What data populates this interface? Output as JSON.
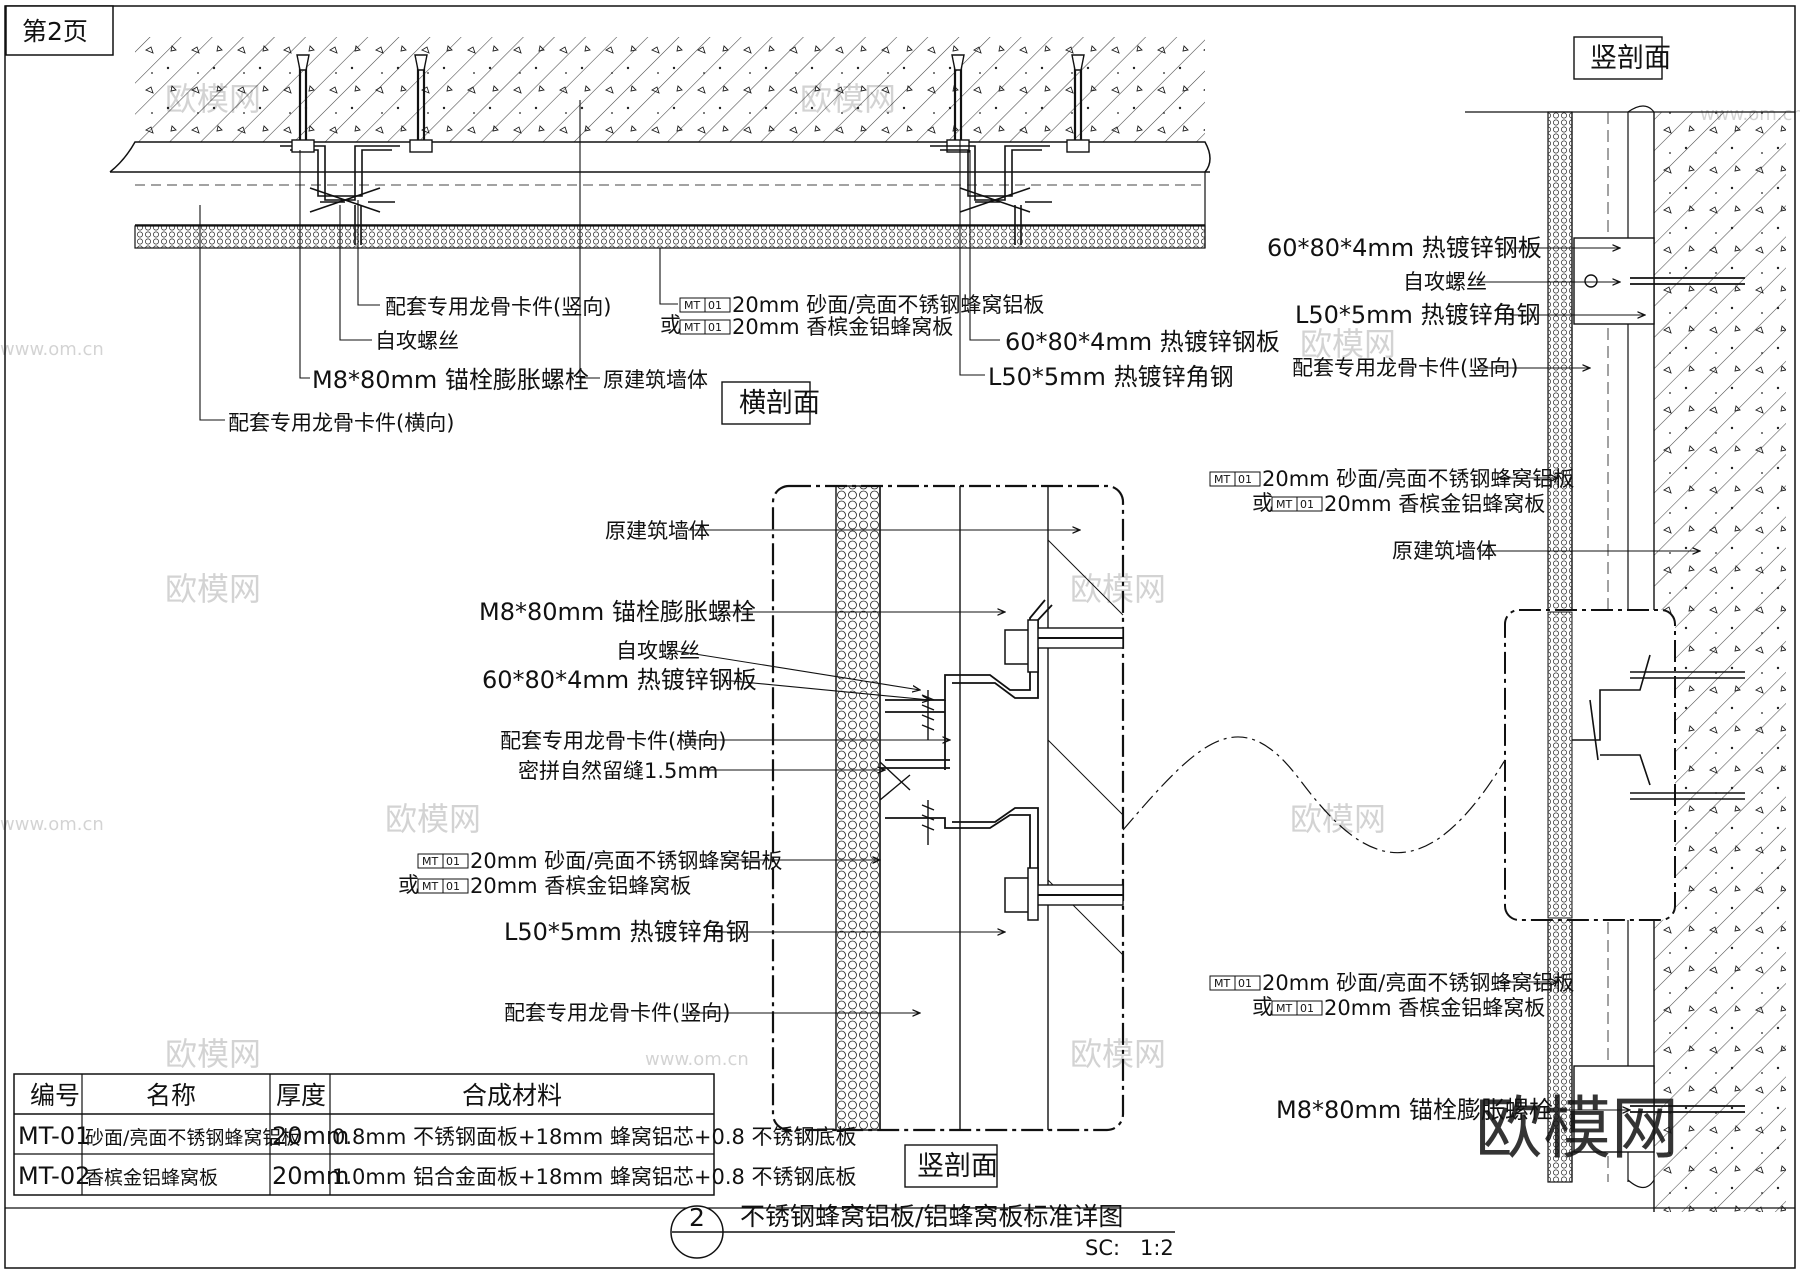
{
  "page": {
    "label": "第2页"
  },
  "sections": {
    "horizontal": "横剖面",
    "vertical_detail": "竖剖面",
    "vertical_right": "竖剖面"
  },
  "horizontal_labels": {
    "keel_vertical": "配套专用龙骨卡件(竖向)",
    "screw": "自攻螺丝",
    "bolt": "M8*80mm 锚栓膨胀螺栓",
    "wall": "原建筑墙体",
    "keel_horizontal": "配套专用龙骨卡件(横向)",
    "plate": "60*80*4mm 热镀锌钢板",
    "angle": "L50*5mm 热镀锌角钢",
    "mt1_text": "20mm 砂面/亮面不锈钢蜂窝铝板",
    "or": "或",
    "mt2_text": "20mm 香槟金铝蜂窝板"
  },
  "detail_labels": {
    "wall": "原建筑墙体",
    "bolt": "M8*80mm 锚栓膨胀螺栓",
    "screw": "自攻螺丝",
    "plate": "60*80*4mm 热镀锌钢板",
    "keel_horizontal": "配套专用龙骨卡件(横向)",
    "gap": "密拼自然留缝1.5mm",
    "mt1_text": "20mm 砂面/亮面不锈钢蜂窝铝板",
    "or": "或",
    "mt2_text": "20mm 香槟金铝蜂窝板",
    "angle": "L50*5mm 热镀锌角钢",
    "keel_vertical": "配套专用龙骨卡件(竖向)"
  },
  "right_labels": {
    "plate": "60*80*4mm 热镀锌钢板",
    "screw": "自攻螺丝",
    "angle": "L50*5mm 热镀锌角钢",
    "keel_vertical": "配套专用龙骨卡件(竖向)",
    "mt1_text": "20mm 砂面/亮面不锈钢蜂窝铝板",
    "or": "或",
    "mt2_text": "20mm 香槟金铝蜂窝板",
    "wall": "原建筑墙体",
    "mt1_text_b": "20mm 砂面/亮面不锈钢蜂窝铝板",
    "or_b": "或",
    "mt2_text_b": "20mm 香槟金铝蜂窝板",
    "bolt": "M8*80mm 锚栓膨胀螺栓"
  },
  "mt_tag": {
    "code": "MT",
    "num": "01"
  },
  "table": {
    "headers": [
      "编号",
      "名称",
      "厚度",
      "合成材料"
    ],
    "rows": [
      [
        "MT-01",
        "砂面/亮面不锈钢蜂窝铝板",
        "20mm",
        "0.8mm 不锈钢面板+18mm 蜂窝铝芯+0.8 不锈钢底板"
      ],
      [
        "MT-02",
        "香槟金铝蜂窝板",
        "20mm",
        "1.0mm 铝合金面板+18mm 蜂窝铝芯+0.8 不锈钢底板"
      ]
    ]
  },
  "title_block": {
    "number": "2",
    "title": "不锈钢蜂窝铝板/铝蜂窝板标准详图",
    "scale_label": "SC:",
    "scale_value": "1:2"
  },
  "watermark": {
    "logo": "欧模网",
    "url": "www.om.cn"
  }
}
